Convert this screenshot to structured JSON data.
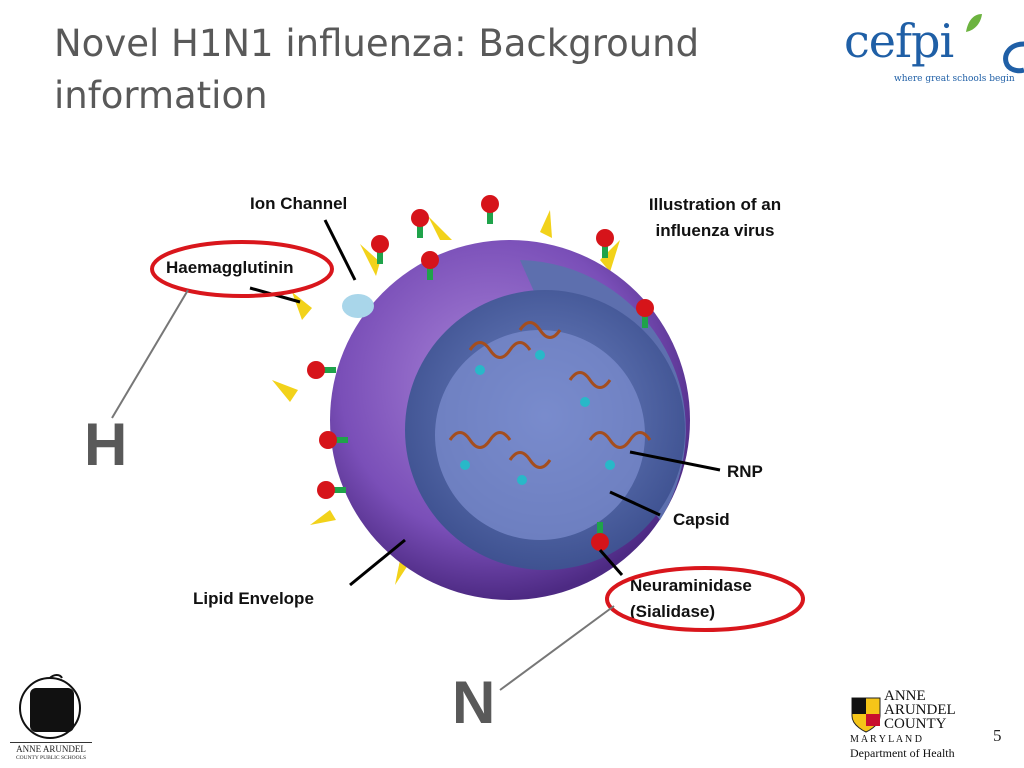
{
  "slide": {
    "title": "Novel H1N1 influenza:  Background information",
    "page_number": "5"
  },
  "cefpi_logo": {
    "word": "cefpi",
    "tagline": "where great schools begin"
  },
  "figure": {
    "caption": "Illustration of an influenza virus",
    "labels": {
      "ion_channel": "Ion Channel",
      "haemagglutinin": "Haemagglutinin",
      "rnp": "RNP",
      "capsid": "Capsid",
      "lipid_envelope": "Lipid Envelope",
      "neuraminidase": "Neuraminidase",
      "sialidase": "(Sialidase)"
    },
    "highlight_color": "#d9161c"
  },
  "callouts": {
    "h": "H",
    "n": "N"
  },
  "aa_schools_logo": {
    "name": "ANNE ARUNDEL",
    "sub": "COUNTY PUBLIC SCHOOLS"
  },
  "health_dept_logo": {
    "line1": "ANNE",
    "line2": "ARUNDEL",
    "line3": "COUNTY",
    "line4": "M A R Y L A N D",
    "line5": "Department of Health"
  }
}
